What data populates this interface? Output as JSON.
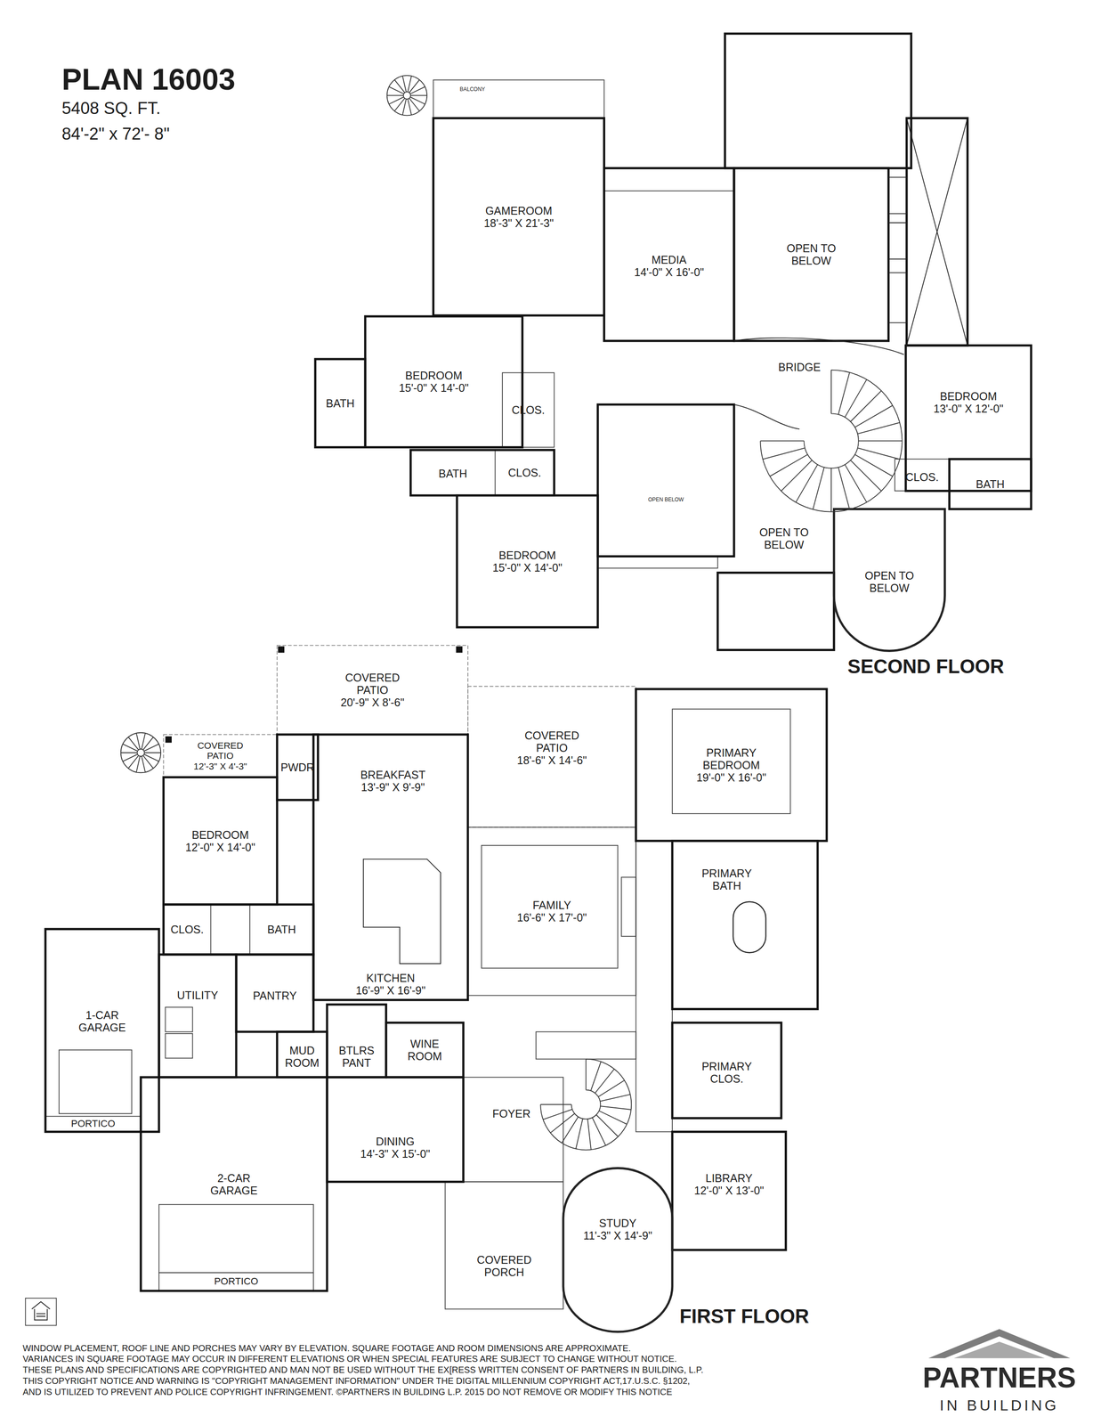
{
  "diagram": {
    "title": "PLAN 16003",
    "nodes": [
      {
        "text": [
          "GAMEROOM",
          "18'-3\" X 21'-3\""
        ]
      },
      {
        "text": [
          "MEDIA",
          "14'-0\" X 16'-0\""
        ]
      },
      {
        "text": [
          "OPEN TO BELOW"
        ]
      },
      {
        "text": [
          "BEDROOM",
          "15'-0\" X 14'-0\""
        ]
      },
      {
        "text": [
          "BATH"
        ]
      },
      {
        "text": [
          "CLOS."
        ]
      },
      {
        "text": [
          "BEDROOM",
          "13'-0\" X 12'-0\""
        ]
      },
      {
        "text": [
          "CLOS."
        ]
      },
      {
        "text": [
          "BATH"
        ]
      },
      {
        "text": [
          "BATH"
        ]
      },
      {
        "text": [
          "CLOS."
        ]
      },
      {
        "text": [
          "BEDROOM",
          "15'-0\" X 14'-0\""
        ]
      },
      {
        "text": [
          "OPEN BELOW"
        ]
      },
      {
        "text": [
          "OPEN TO BELOW"
        ]
      },
      {
        "text": [
          "OPEN TO BELOW"
        ]
      },
      {
        "text": [
          "COVERED PATIO",
          "20'-9\" X 8'-6\""
        ]
      },
      {
        "text": [
          "COVERED PATIO",
          "12'-3\" X 4'-3\""
        ]
      },
      {
        "text": [
          "PWDR"
        ]
      },
      {
        "text": [
          "BREAKFAST",
          "13'-9\" X 9'-9\""
        ]
      },
      {
        "text": [
          "COVERED PATIO",
          "18'-6\" X 14'-6\""
        ]
      },
      {
        "text": [
          "PRIMARY BEDROOM",
          "19'-0\" X 16'-0\""
        ]
      },
      {
        "text": [
          "BEDROOM",
          "12'-0\" X 14'-0\""
        ]
      },
      {
        "text": [
          "FAMILY",
          "16'-6\" X 17'-0\""
        ]
      },
      {
        "text": [
          "PRIMARY BATH"
        ]
      },
      {
        "text": [
          "KITCHEN",
          "16'-9\" X 16'-9\""
        ]
      },
      {
        "text": [
          "CLOS."
        ]
      },
      {
        "text": [
          "BATH"
        ]
      },
      {
        "text": [
          "1-CAR GARAGE"
        ]
      },
      {
        "text": [
          "PORTICO"
        ],
        "in": 27
      },
      {
        "text": [
          "UTILITY"
        ]
      },
      {
        "text": [
          "PANTRY"
        ]
      },
      {
        "text": [
          "MUD ROOM"
        ]
      },
      {
        "text": [
          "BTLRS PANT"
        ]
      },
      {
        "text": [
          "WINE ROOM"
        ]
      },
      {
        "text": [
          "PRIMARY CLOS."
        ]
      },
      {
        "text": [
          "FOYER"
        ]
      },
      {
        "text": [
          "DINING",
          "14'-3\" X 15'-0\""
        ]
      },
      {
        "text": [
          "2-CAR GARAGE"
        ]
      },
      {
        "text": [
          "PORTICO"
        ],
        "in": 37
      },
      {
        "text": [
          "LIBRARY",
          "12'-0\" X 13'-0\""
        ]
      },
      {
        "text": [
          "STUDY",
          "11'-3\" X 14'-9\""
        ]
      },
      {
        "text": [
          "COVERED PORCH"
        ]
      }
    ],
    "labels": [
      "5408 SQ. FT.",
      "84'-2\" x 72'- 8\"",
      "BALCONY",
      "BRIDGE",
      "SECOND FLOOR",
      "FIRST FLOOR",
      "WINDOW PLACEMENT, ROOF LINE AND PORCHES MAY VARY BY ELEVATION. SQUARE FOOTAGE AND ROOM DIMENSIONS ARE APPROXIMATE.",
      "VARIANCES IN SQUARE FOOTAGE MAY OCCUR IN DIFFERENT ELEVATIONS OR WHEN SPECIAL FEATURES ARE SUBJECT TO CHANGE WITHOUT NOTICE.",
      "THESE PLANS AND SPECIFICATIONS ARE COPYRIGHTED AND MAN NOT BE USED WITHOUT THE EX[RESS WRITTEN CONSENT OF PARTNERS IN BUILDING, L.P.",
      "THIS COPYRIGHT NOTICE AND WARNING IS \"COPYRIGHT MANAGEMENT INFORMATION\" UNDER THE DIGITAL MILLENNIUM COPYRIGHT ACT,17.U.S.C. §1202,",
      "AND IS UTILIZED TO PREVENT AND POLICE COPYRIGHT INFRINGEMENT. ©PARTNERS IN BUILDING L.P. 2015 DO NOT REMOVE OR MODIFY THIS NOTICE",
      "PARTNERS",
      "IN BUILDING"
    ]
  }
}
